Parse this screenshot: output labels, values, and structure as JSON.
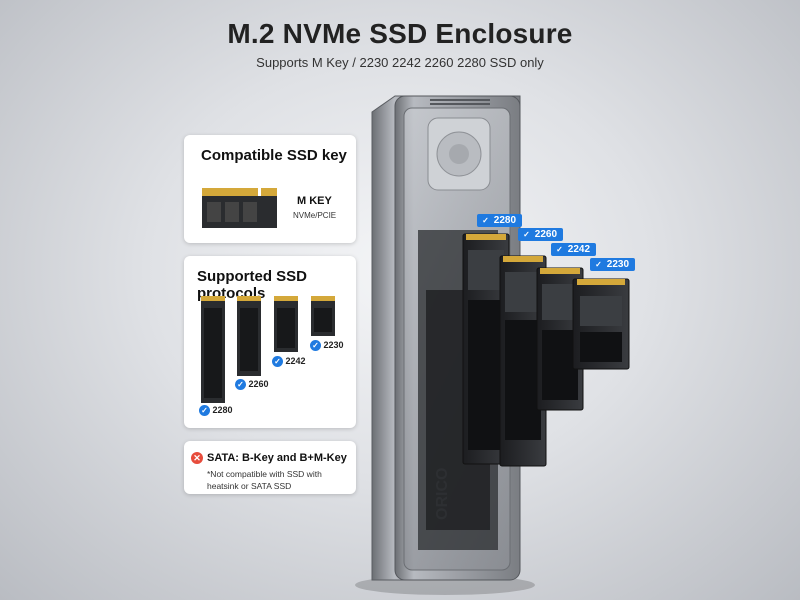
{
  "header": {
    "title": "M.2 NVMe SSD Enclosure",
    "subtitle": "Supports M Key / 2230 2242 2260 2280 SSD only"
  },
  "key_card": {
    "title": "Compatible SSD key",
    "key_label": "M KEY",
    "key_sub": "NVMe/PCIE"
  },
  "protocol_card": {
    "title": "Supported SSD protocols",
    "sizes": [
      "2280",
      "2260",
      "2242",
      "2230"
    ]
  },
  "sata_card": {
    "title": "SATA: B-Key and B+M-Key",
    "note": "*Not compatible with SSD with heatsink or SATA SSD",
    "icon": "x-icon"
  },
  "product": {
    "brand": "ORICO",
    "size_tags": [
      "2280",
      "2260",
      "2242",
      "2230"
    ]
  },
  "colors": {
    "accent": "#1f7ae0",
    "error": "#e74c3c",
    "pcb": "#2a2c2f",
    "gold": "#d4a83a"
  }
}
